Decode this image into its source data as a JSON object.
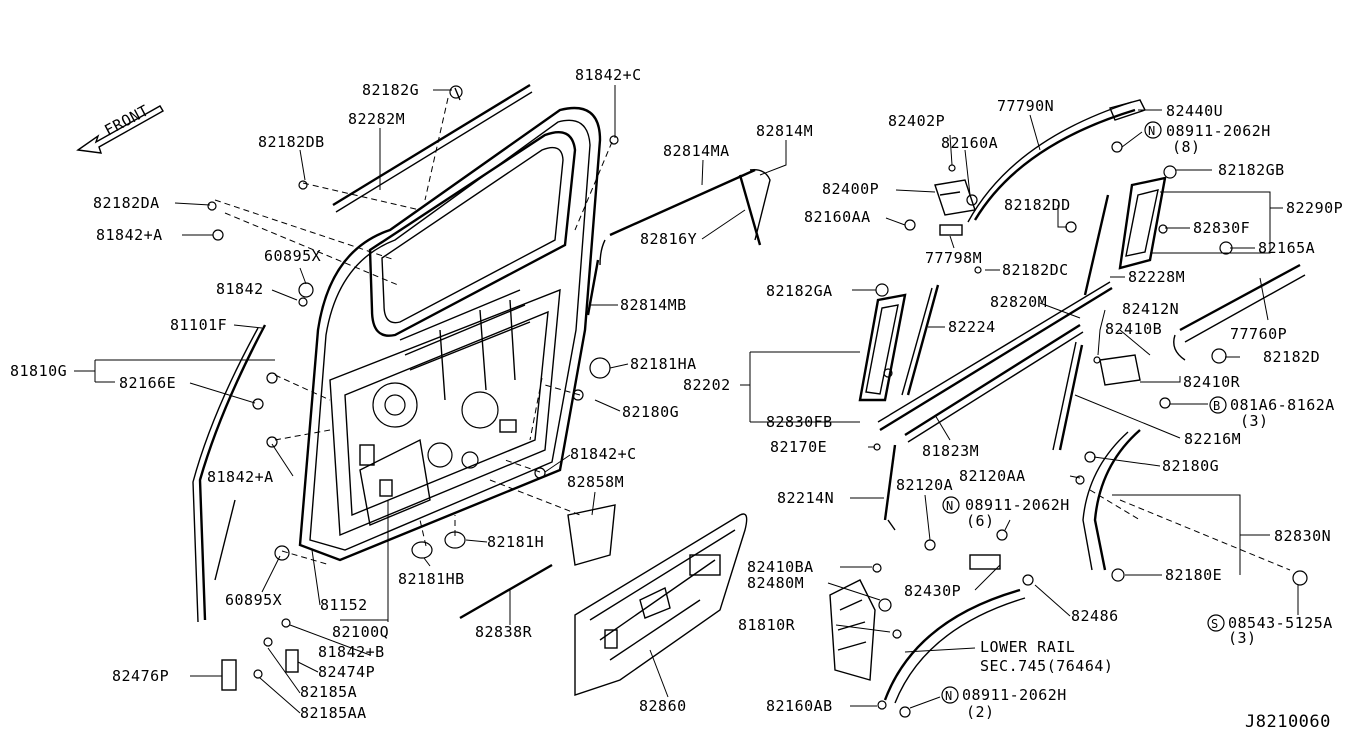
{
  "diagram": {
    "front_label": "FRONT",
    "ref_code": "J8210060",
    "lower_rail": {
      "line1": "LOWER RAIL",
      "line2": "SEC.745(76464)"
    },
    "callouts": [
      {
        "id": "c01",
        "text": "82182G"
      },
      {
        "id": "c02",
        "text": "82282M"
      },
      {
        "id": "c03",
        "text": "82182DB"
      },
      {
        "id": "c04",
        "text": "82182DA"
      },
      {
        "id": "c05",
        "text": "81842+A"
      },
      {
        "id": "c06",
        "text": "60895X"
      },
      {
        "id": "c07",
        "text": "81842"
      },
      {
        "id": "c08",
        "text": "81101F"
      },
      {
        "id": "c09",
        "text": "81810G"
      },
      {
        "id": "c10",
        "text": "82166E"
      },
      {
        "id": "c11",
        "text": "81842+A"
      },
      {
        "id": "c12",
        "text": "60895X"
      },
      {
        "id": "c13",
        "text": "81152"
      },
      {
        "id": "c14",
        "text": "82100Q"
      },
      {
        "id": "c15",
        "text": "81842+B"
      },
      {
        "id": "c16",
        "text": "82474P"
      },
      {
        "id": "c17",
        "text": "82476P"
      },
      {
        "id": "c18",
        "text": "82185A"
      },
      {
        "id": "c19",
        "text": "82185AA"
      },
      {
        "id": "c20",
        "text": "82181HB"
      },
      {
        "id": "c21",
        "text": "82181H"
      },
      {
        "id": "c22",
        "text": "82838R"
      },
      {
        "id": "c23",
        "text": "82860"
      },
      {
        "id": "c24",
        "text": "82858M"
      },
      {
        "id": "c25",
        "text": "81842+C"
      },
      {
        "id": "c26",
        "text": "82180G"
      },
      {
        "id": "c27",
        "text": "82181HA"
      },
      {
        "id": "c28",
        "text": "82814MB"
      },
      {
        "id": "c29",
        "text": "82816Y"
      },
      {
        "id": "c30",
        "text": "82814MA"
      },
      {
        "id": "c31",
        "text": "82814M"
      },
      {
        "id": "c32",
        "text": "81842+C"
      },
      {
        "id": "c33",
        "text": "82402P"
      },
      {
        "id": "c34",
        "text": "82160A"
      },
      {
        "id": "c35",
        "text": "82400P"
      },
      {
        "id": "c36",
        "text": "82160AA"
      },
      {
        "id": "c37",
        "text": "77798M"
      },
      {
        "id": "c38",
        "text": "77790N"
      },
      {
        "id": "c39",
        "text": "82440U"
      },
      {
        "id": "c40",
        "text": "08911-2062H"
      },
      {
        "id": "c41",
        "text": "(8)"
      },
      {
        "id": "c42",
        "text": "82182GB"
      },
      {
        "id": "c43",
        "text": "82290P"
      },
      {
        "id": "c44",
        "text": "82182DD"
      },
      {
        "id": "c45",
        "text": "82830F"
      },
      {
        "id": "c46",
        "text": "82165A"
      },
      {
        "id": "c47",
        "text": "82182DC"
      },
      {
        "id": "c48",
        "text": "82228M"
      },
      {
        "id": "c49",
        "text": "82182GA"
      },
      {
        "id": "c50",
        "text": "82820M"
      },
      {
        "id": "c51",
        "text": "82224"
      },
      {
        "id": "c52",
        "text": "82412N"
      },
      {
        "id": "c53",
        "text": "82410B"
      },
      {
        "id": "c54",
        "text": "77760P"
      },
      {
        "id": "c55",
        "text": "82182D"
      },
      {
        "id": "c56",
        "text": "82202"
      },
      {
        "id": "c57",
        "text": "82410R"
      },
      {
        "id": "c58",
        "text": "081A6-8162A"
      },
      {
        "id": "c59",
        "text": "(3)"
      },
      {
        "id": "c60",
        "text": "82830FB"
      },
      {
        "id": "c61",
        "text": "81823M"
      },
      {
        "id": "c62",
        "text": "82216M"
      },
      {
        "id": "c63",
        "text": "82170E"
      },
      {
        "id": "c64",
        "text": "82180G"
      },
      {
        "id": "c65",
        "text": "82120AA"
      },
      {
        "id": "c66",
        "text": "82120A"
      },
      {
        "id": "c67",
        "text": "82214N"
      },
      {
        "id": "c68",
        "text": "08911-2062H"
      },
      {
        "id": "c69",
        "text": "(6)"
      },
      {
        "id": "c70",
        "text": "82830N"
      },
      {
        "id": "c71",
        "text": "82180E"
      },
      {
        "id": "c72",
        "text": "82410BA"
      },
      {
        "id": "c73",
        "text": "82480M"
      },
      {
        "id": "c74",
        "text": "82430P"
      },
      {
        "id": "c75",
        "text": "82486"
      },
      {
        "id": "c76",
        "text": "81810R"
      },
      {
        "id": "c77",
        "text": "08543-5125A"
      },
      {
        "id": "c78",
        "text": "(3)"
      },
      {
        "id": "c79",
        "text": "82160AB"
      },
      {
        "id": "c80",
        "text": "08911-2062H"
      },
      {
        "id": "c81",
        "text": "(2)"
      }
    ],
    "symbols": [
      {
        "id": "s1",
        "text": "N"
      },
      {
        "id": "s2",
        "text": "B"
      },
      {
        "id": "s3",
        "text": "N"
      },
      {
        "id": "s4",
        "text": "S"
      },
      {
        "id": "s5",
        "text": "N"
      }
    ]
  }
}
